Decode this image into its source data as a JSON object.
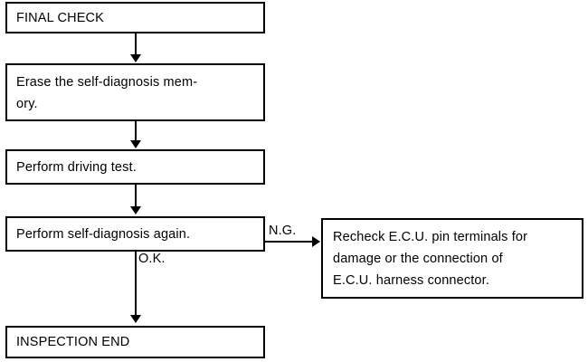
{
  "diagram": {
    "title": "FINAL CHECK flowchart",
    "colors": {
      "background": "#ffffff",
      "stroke": "#000000",
      "text": "#000000"
    },
    "nodes": [
      {
        "id": "final-check",
        "label": "FINAL CHECK"
      },
      {
        "id": "erase-memory",
        "label": "Erase the self-diagnosis mem-\nory."
      },
      {
        "id": "driving-test",
        "label": "Perform driving test."
      },
      {
        "id": "self-diagnosis-again",
        "label": "Perform self-diagnosis again."
      },
      {
        "id": "inspection-end",
        "label": "INSPECTION END"
      },
      {
        "id": "recheck-ecu",
        "label": "Recheck E.C.U. pin terminals for\ndamage or the connection of\nE.C.U. harness connector."
      }
    ],
    "edge_labels": {
      "ng": "N.G.",
      "ok": "O.K."
    }
  }
}
